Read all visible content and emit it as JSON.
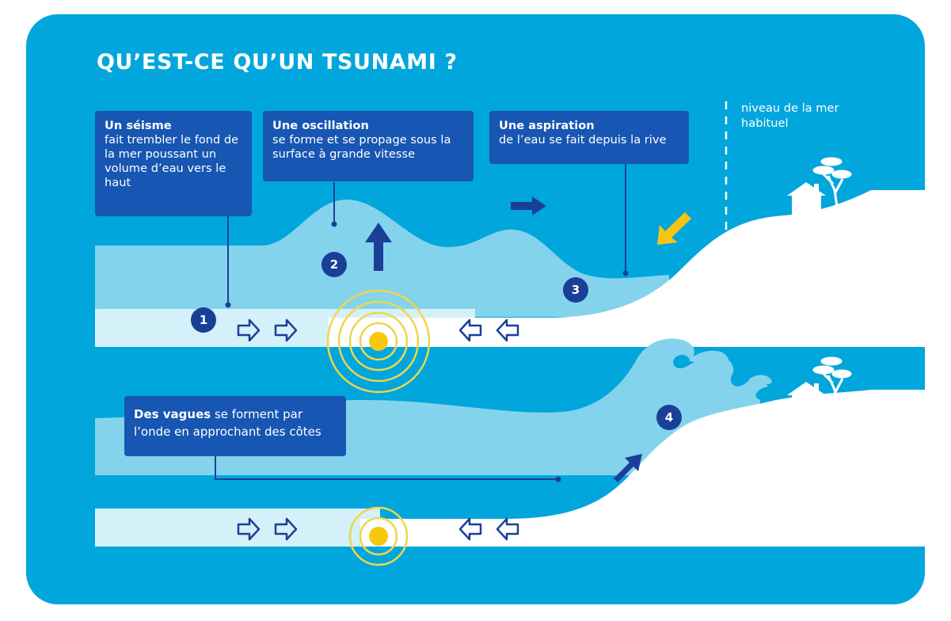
{
  "title": "QU’EST-CE QU’UN TSUNAMI ?",
  "sea_level_label": "niveau de la mer habituel",
  "steps": [
    {
      "number": "1",
      "bold": "Un séisme",
      "text": "fait trembler le fond de la mer poussant un volume d’eau vers le haut"
    },
    {
      "number": "2",
      "bold": "Une oscillation",
      "text": "se forme et se propage sous la surface à grande vitesse"
    },
    {
      "number": "3",
      "bold": "Une aspiration",
      "text": "de l’eau se fait depuis la rive"
    },
    {
      "number": "4",
      "bold": "Des vagues",
      "text": " se forment par l’onde en approchant des côtes"
    }
  ],
  "colors": {
    "background": "#00a6dc",
    "water": "#84d3ed",
    "seabed": "#d4f1fa",
    "land": "#ffffff",
    "box": "#1756b2",
    "badge": "#1b3f98",
    "arrow": "#1b3f98",
    "epicenter": "#f6c90e",
    "ripple": "#f1d54c",
    "aspiration_arrow": "#f8c414"
  },
  "icons": [
    "house-icon",
    "tree-icon",
    "epicenter-icon",
    "arrow-right-outline-icon",
    "arrow-left-outline-icon",
    "arrow-up-icon",
    "arrow-right-icon",
    "arrow-diagonal-icon"
  ]
}
